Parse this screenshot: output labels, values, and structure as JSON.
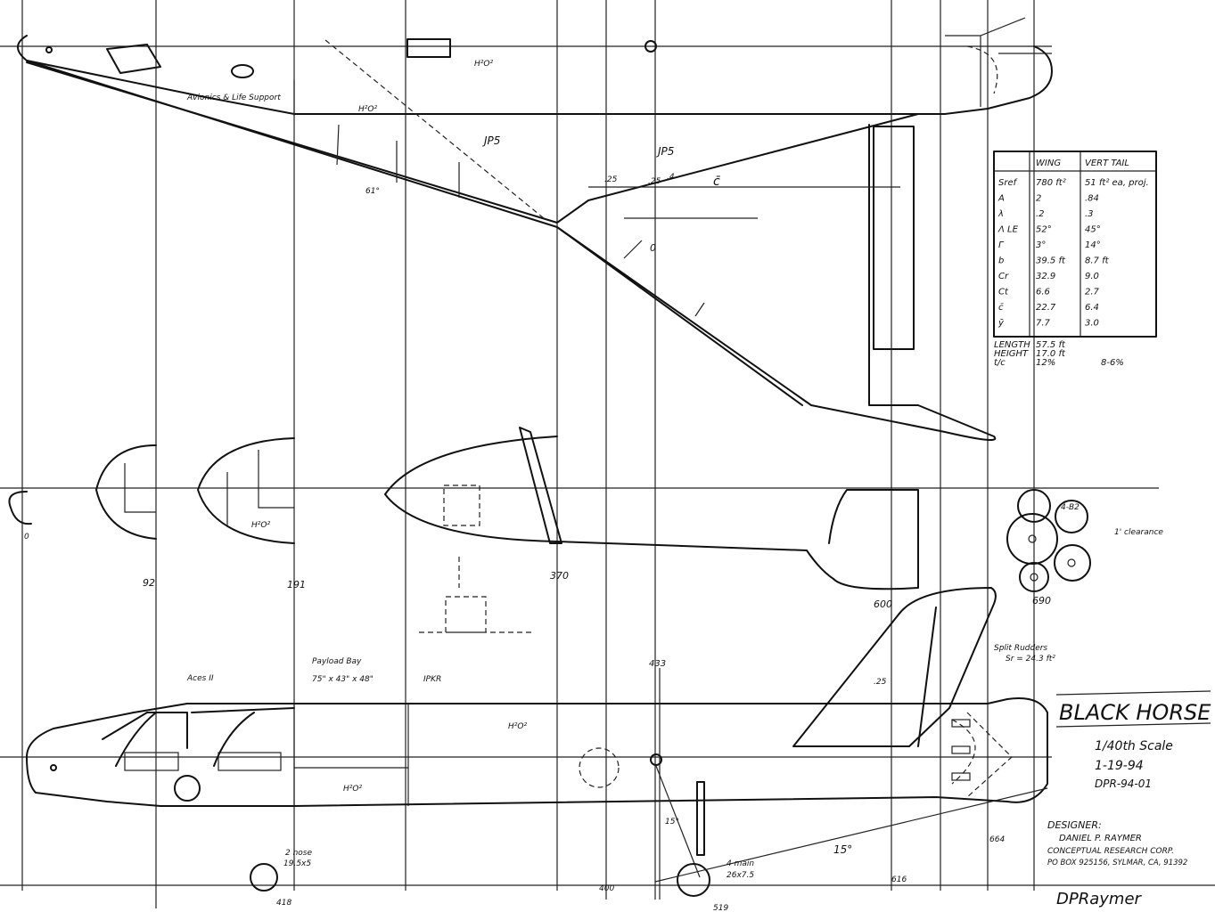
{
  "title_block": {
    "name": "BLACK HORSE",
    "scale": "1/40th Scale",
    "date": "1-19-94",
    "drawing_no": "DPR-94-01",
    "designer_heading": "DESIGNER:",
    "designer_name": "DANIEL P. RAYMER",
    "company": "CONCEPTUAL RESEARCH CORP.",
    "address": "PO BOX 925156, SYLMAR, CA, 91392",
    "signature": "DPRaymer"
  },
  "table": {
    "headers": [
      "",
      "WING",
      "VERT TAIL"
    ],
    "rows": [
      [
        "Sref",
        "780 ft²",
        "51 ft² ea, proj."
      ],
      [
        "A",
        "2",
        ".84"
      ],
      [
        "λ",
        ".2",
        ".3"
      ],
      [
        "Λ LE",
        "52°",
        "45°"
      ],
      [
        "Γ",
        "3°",
        "14°"
      ],
      [
        "b",
        "39.5 ft",
        "8.7 ft"
      ],
      [
        "Cr",
        "32.9",
        "9.0"
      ],
      [
        "Ct",
        "6.6",
        "2.7"
      ],
      [
        "c̄",
        "22.7",
        "6.4"
      ],
      [
        "ȳ",
        "7.7",
        "3.0"
      ]
    ],
    "extra_rows": [
      [
        "LENGTH",
        "57.5 ft",
        ""
      ],
      [
        "HEIGHT",
        "17.0 ft",
        ""
      ],
      [
        "t/c",
        "12%",
        "8-6%"
      ]
    ]
  },
  "plan_view_labels": {
    "avionics": "Avionics & Life Support",
    "h2o2_top": "H²O²",
    "h2o2_left": "H²O²",
    "jp5_a": "JP5",
    "jp5_b": "JP5",
    "sweep": "61°",
    "mac": "c̄",
    "dim_25a": ".25",
    "dim_25b": ".25",
    "dim_4": ".4",
    "origin_mark": "0"
  },
  "section_labels": {
    "s0": "0",
    "s92": "92",
    "s191": "191",
    "s370": "370",
    "s600": "600",
    "s690": "690",
    "h2o2_section": "H²O²",
    "clearance": "1' clearance",
    "engine_note": "4-B2"
  },
  "side_view_labels": {
    "aces": "Aces II",
    "payload_bay": "Payload Bay",
    "payload_dims": "75\" x 43\" x 48\"",
    "ipkr": "IPKR",
    "h2o2_upper": "H²O²",
    "h2o2_lower": "H²O²",
    "station_433": "433",
    "split_rudders": "Split Rudders",
    "rudder_area": "Sr = 24.3 ft²",
    "tail_25": ".25",
    "nose_gear": "2 nose",
    "nose_tire": "19.5x5",
    "main_gear": "4 main",
    "main_tire": "26x7.5",
    "angle_15": "15°",
    "angle_15b": "15°",
    "station_418": "418",
    "station_400": "400",
    "station_519": "519",
    "station_616": "616",
    "station_664": "664"
  }
}
